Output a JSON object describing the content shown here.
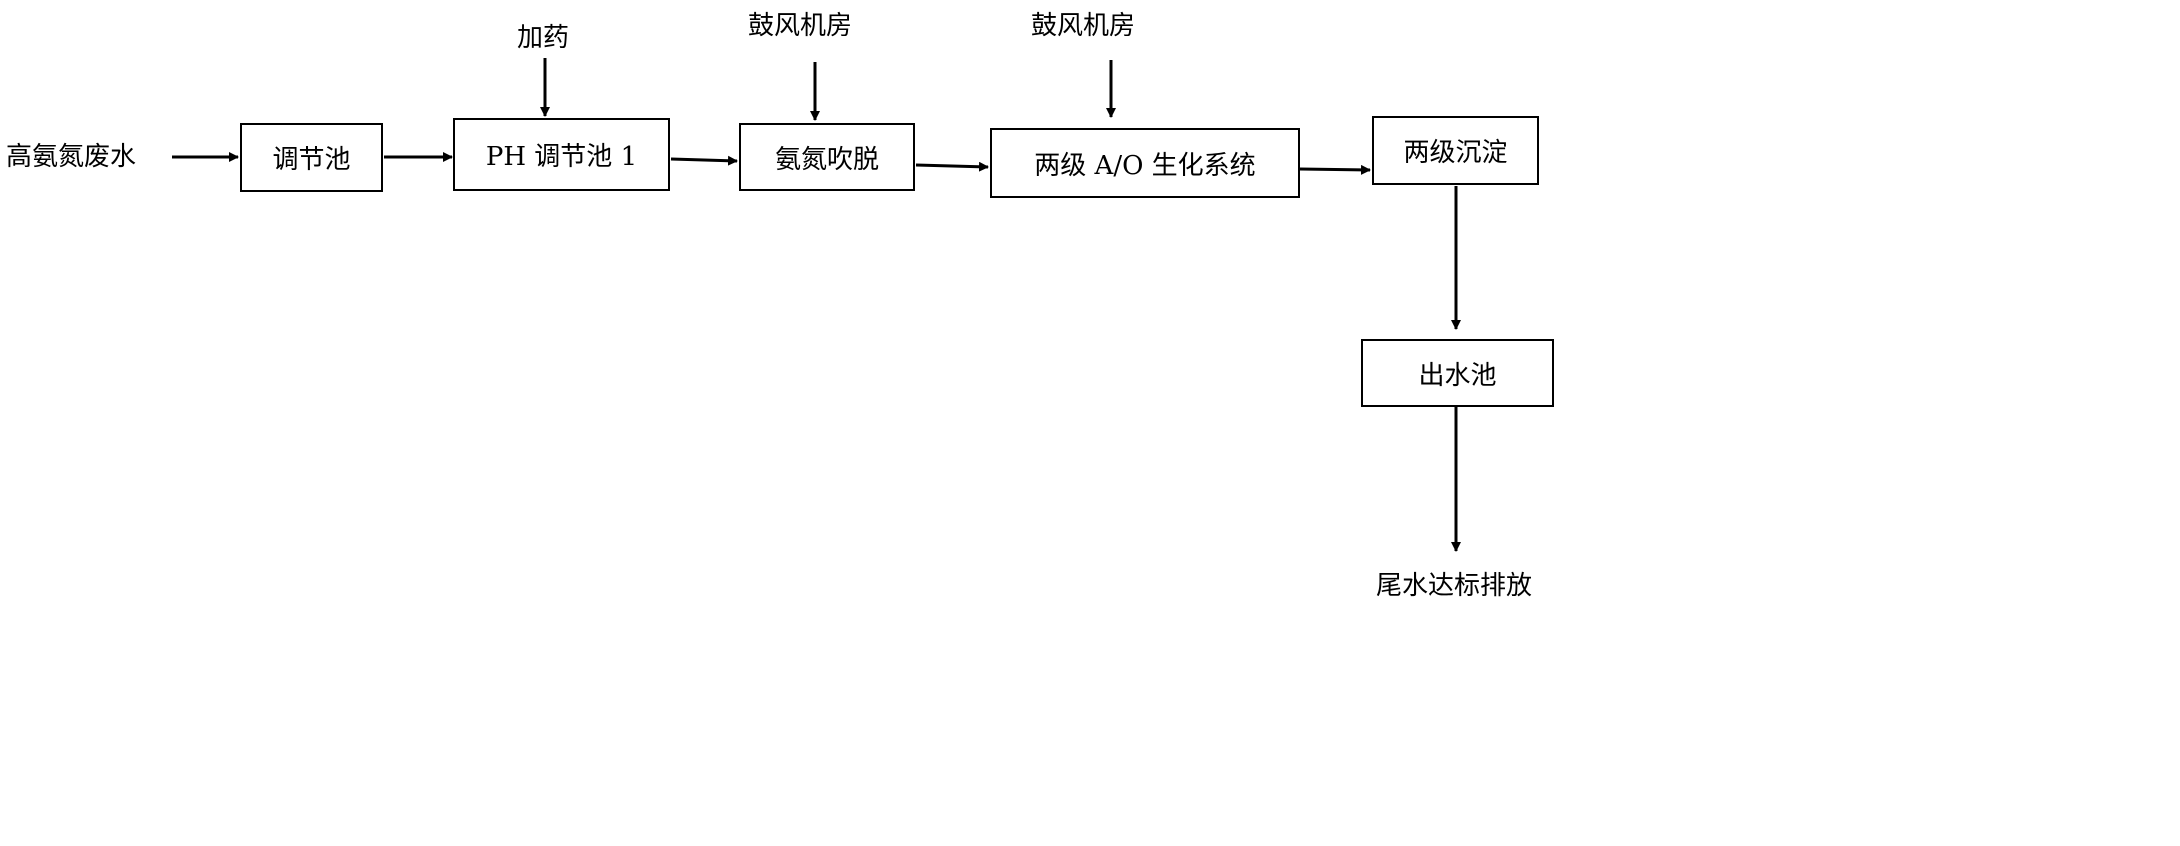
{
  "nodes": {
    "source": "高氨氮废水",
    "regulating_tank": "调节池",
    "ph_tank": "PH 调节池 1",
    "stripping": "氨氮吹脱",
    "ao_system": "两级 A/O 生化系统",
    "sedimentation": "两级沉淀",
    "outlet_tank": "出水池",
    "discharge": "尾水达标排放"
  },
  "inputs": {
    "dosing": "加药",
    "blower_room_1": "鼓风机房",
    "blower_room_2": "鼓风机房"
  }
}
